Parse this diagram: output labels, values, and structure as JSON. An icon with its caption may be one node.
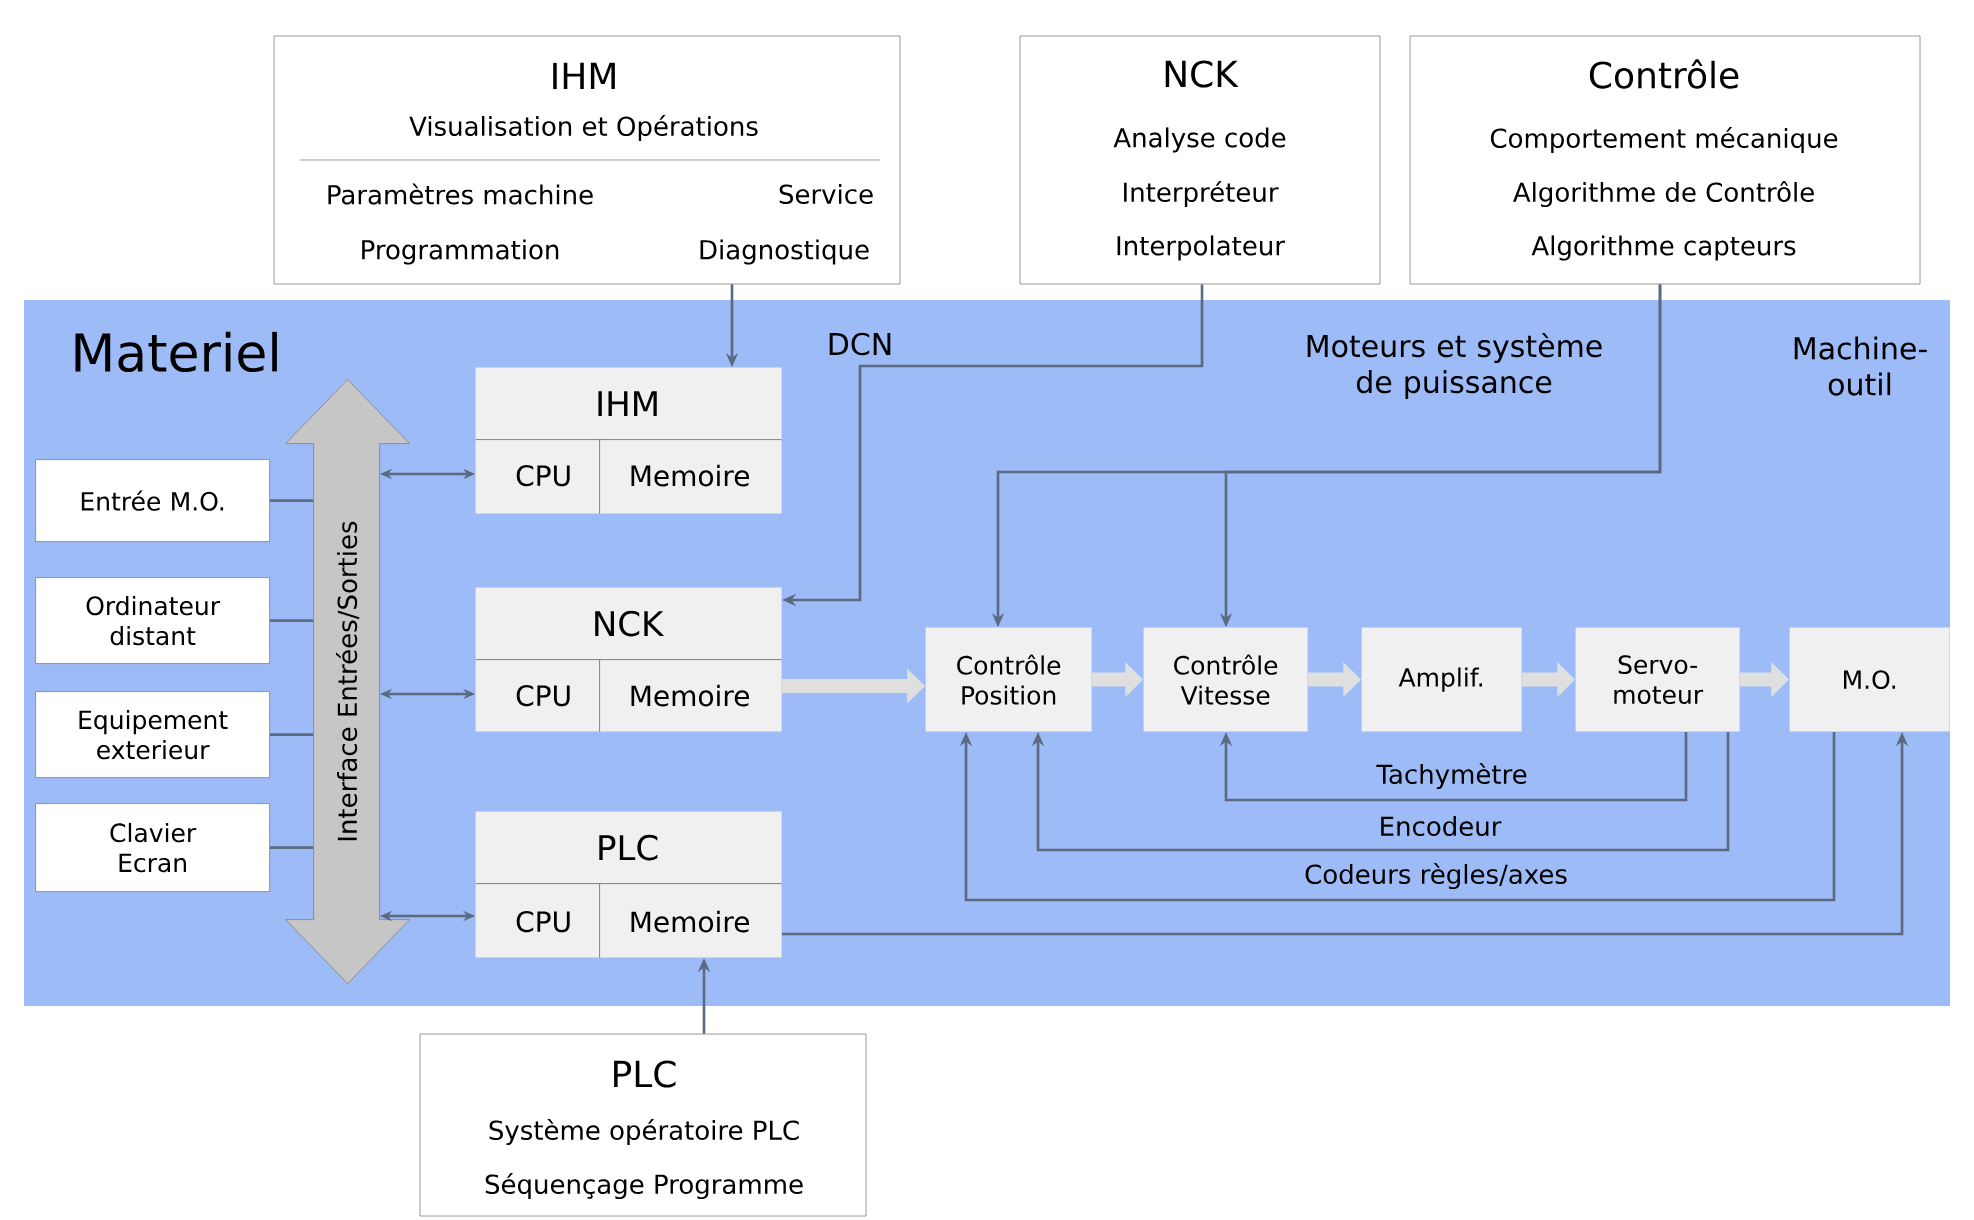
{
  "diagram": {
    "nodes": [
      {
        "text": [
          "Materiel"
        ]
      },
      {
        "text": [
          "IHM",
          "Visualisation et Opérations",
          "Paramètres machine",
          "Service",
          "Programmation",
          "Diagnostique"
        ]
      },
      {
        "text": [
          "NCK",
          "Analyse code",
          "Interpréteur",
          "Interpolateur"
        ]
      },
      {
        "text": [
          "Contrôle",
          "Comportement mécanique",
          "Algorithme de Contrôle",
          "Algorithme capteurs"
        ]
      },
      {
        "text": [
          "Entrée M.O."
        ],
        "in": 0
      },
      {
        "text": [
          "Ordinateur distant"
        ],
        "in": 0
      },
      {
        "text": [
          "Equipement exterieur"
        ],
        "in": 0
      },
      {
        "text": [
          "Clavier Ecran"
        ],
        "in": 0
      },
      {
        "text": [
          "Interface Entrées/Sorties"
        ],
        "in": 0
      },
      {
        "text": [
          "IHM",
          "CPU",
          "Memoire"
        ],
        "in": 0
      },
      {
        "text": [
          "NCK",
          "CPU",
          "Memoire"
        ],
        "in": 0
      },
      {
        "text": [
          "PLC",
          "CPU",
          "Memoire"
        ],
        "in": 0
      },
      {
        "text": [
          "Contrôle Position"
        ],
        "in": 0
      },
      {
        "text": [
          "Contrôle Vitesse"
        ],
        "in": 0
      },
      {
        "text": [
          "Amplif."
        ],
        "in": 0
      },
      {
        "text": [
          "Servo-moteur"
        ],
        "in": 0
      },
      {
        "text": [
          "M.O."
        ],
        "in": 0
      },
      {
        "text": [
          "PLC",
          "Système opératoire PLC",
          "Séquençage Programme"
        ]
      }
    ],
    "edges": [
      {
        "from": 1,
        "to": 9,
        "arrow": "to"
      },
      {
        "from": 2,
        "to": 10,
        "arrow": "to"
      },
      {
        "from": 3,
        "to": 12,
        "arrow": "to"
      },
      {
        "from": 3,
        "to": 13,
        "arrow": "to"
      },
      {
        "from": 17,
        "to": 11,
        "arrow": "to"
      },
      {
        "from": 4,
        "to": 8,
        "arrow": "none"
      },
      {
        "from": 5,
        "to": 8,
        "arrow": "none"
      },
      {
        "from": 6,
        "to": 8,
        "arrow": "none"
      },
      {
        "from": 7,
        "to": 8,
        "arrow": "none"
      },
      {
        "from": 8,
        "to": 9,
        "arrow": "both"
      },
      {
        "from": 8,
        "to": 10,
        "arrow": "both"
      },
      {
        "from": 8,
        "to": 11,
        "arrow": "both"
      },
      {
        "from": 10,
        "to": 12,
        "arrow": "to",
        "style": "thick",
        "color": "#dfdfdf"
      },
      {
        "from": 12,
        "to": 13,
        "arrow": "to",
        "style": "thick",
        "color": "#dfdfdf"
      },
      {
        "from": 13,
        "to": 14,
        "arrow": "to",
        "style": "thick",
        "color": "#dfdfdf"
      },
      {
        "from": 14,
        "to": 15,
        "arrow": "to",
        "style": "thick",
        "color": "#dfdfdf"
      },
      {
        "from": 15,
        "to": 16,
        "arrow": "to",
        "style": "thick",
        "color": "#dfdfdf"
      },
      {
        "from": 15,
        "to": 13,
        "arrow": "to",
        "label": "Tachymètre"
      },
      {
        "from": 15,
        "to": 12,
        "arrow": "to",
        "label": "Encodeur"
      },
      {
        "from": 16,
        "to": 12,
        "arrow": "to",
        "label": "Codeurs règles/axes"
      },
      {
        "from": 11,
        "to": 16,
        "arrow": "to"
      }
    ],
    "labels": [
      "DCN",
      "Moteurs et système de puissance",
      "Machine-outil"
    ]
  }
}
